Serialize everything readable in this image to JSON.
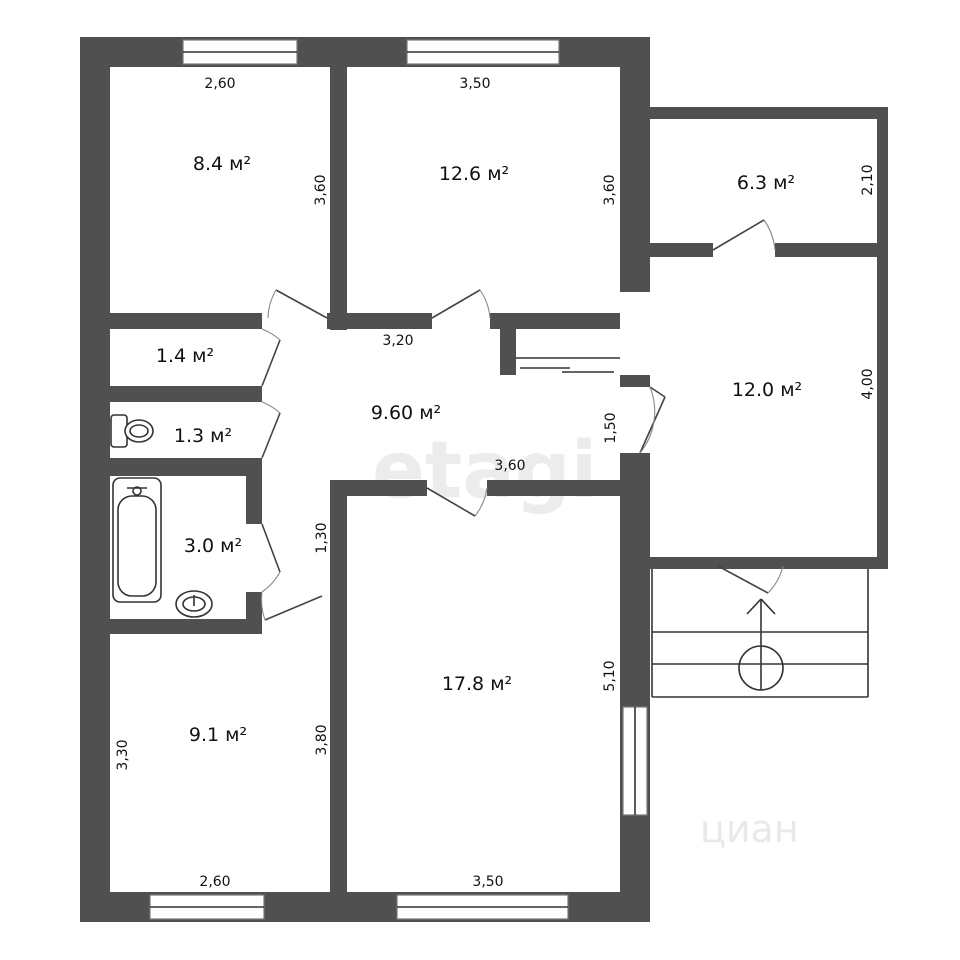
{
  "watermarks": {
    "main": "etagi",
    "corner": "циан"
  },
  "rooms": [
    {
      "id": "room-top-left",
      "area": "8.4 м²"
    },
    {
      "id": "room-top-middle",
      "area": "12.6 м²"
    },
    {
      "id": "room-top-right",
      "area": "6.3 м²"
    },
    {
      "id": "storage",
      "area": "1.4 м²"
    },
    {
      "id": "toilet",
      "area": "1.3 м²"
    },
    {
      "id": "hallway",
      "area": "9.60 м²"
    },
    {
      "id": "bathroom",
      "area": "3.0 м²"
    },
    {
      "id": "room-right",
      "area": "12.0 м²"
    },
    {
      "id": "room-bottom-left",
      "area": "9.1 м²"
    },
    {
      "id": "room-bottom-middle",
      "area": "17.8 м²"
    }
  ],
  "dimensions": [
    {
      "id": "top-left-width",
      "value": "2,60"
    },
    {
      "id": "top-middle-width",
      "value": "3,50"
    },
    {
      "id": "top-left-height",
      "value": "3,60"
    },
    {
      "id": "top-middle-height",
      "value": "3,60"
    },
    {
      "id": "top-right-height",
      "value": "2,10"
    },
    {
      "id": "hallway-top",
      "value": "3,20"
    },
    {
      "id": "right-room-height",
      "value": "4,00"
    },
    {
      "id": "hallway-right",
      "value": "1,50"
    },
    {
      "id": "hallway-bottom",
      "value": "3,60"
    },
    {
      "id": "hallway-lower",
      "value": "1,30"
    },
    {
      "id": "bottom-middle-height",
      "value": "5,10"
    },
    {
      "id": "bottom-left-height-inner",
      "value": "3,80"
    },
    {
      "id": "bottom-left-height-outer",
      "value": "3,30"
    },
    {
      "id": "bottom-left-width",
      "value": "2,60"
    },
    {
      "id": "bottom-middle-width",
      "value": "3,50"
    }
  ]
}
